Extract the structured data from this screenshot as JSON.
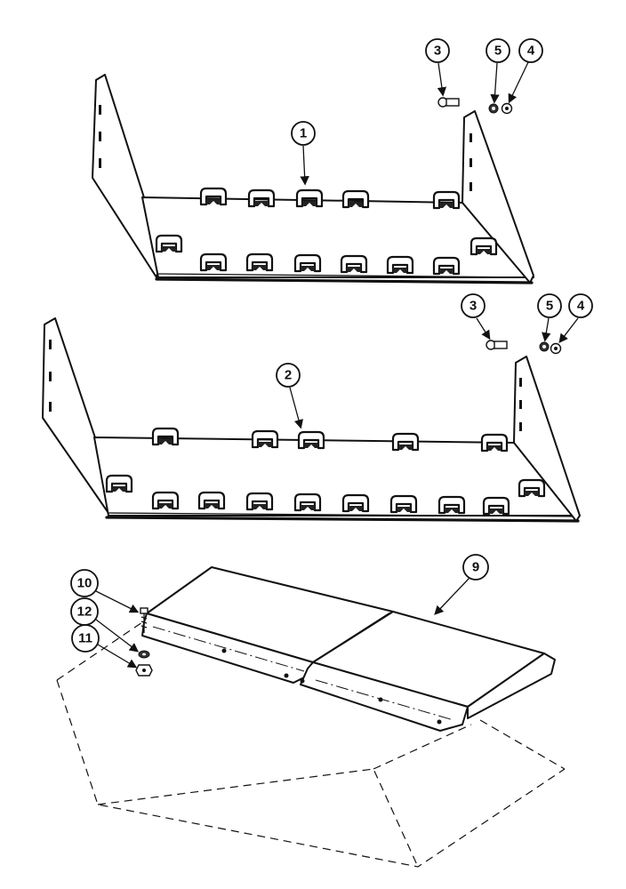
{
  "callouts": {
    "part_1": "1",
    "part_2": "2",
    "part_3_upper": "3",
    "part_3_lower": "3",
    "part_4_upper": "4",
    "part_4_lower": "4",
    "part_5_upper": "5",
    "part_5_lower": "5",
    "part_9": "9",
    "part_10": "10",
    "part_11": "11",
    "part_12": "12"
  }
}
